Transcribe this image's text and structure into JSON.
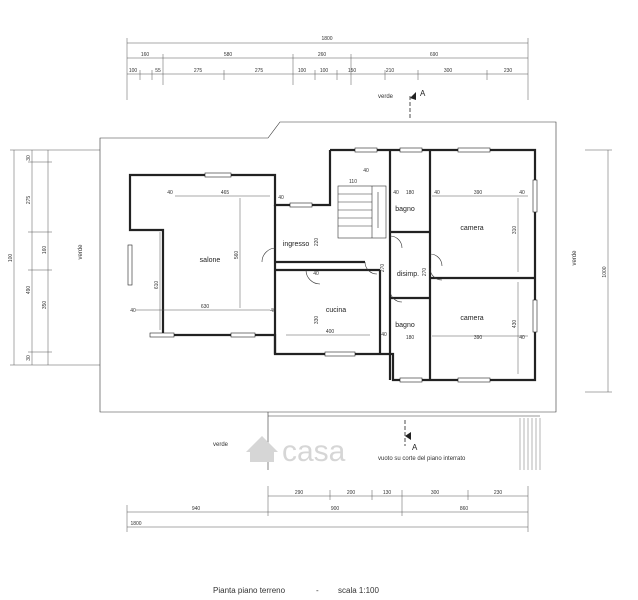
{
  "top_dims": {
    "total": "1800",
    "row2": [
      "160",
      "580",
      "260",
      "690"
    ],
    "row3": [
      "100",
      "55",
      "275",
      "275",
      "100",
      "100",
      "150",
      "210",
      "300",
      "230"
    ]
  },
  "bottom_dims": {
    "row1": [
      "290",
      "200",
      "130",
      "300",
      "230"
    ],
    "row2": [
      "940",
      "900",
      "860"
    ],
    "total": "1800"
  },
  "left_dims": [
    "30",
    "275",
    "160",
    "490",
    "350",
    "30",
    "100"
  ],
  "right_dims": {
    "total": "1000"
  },
  "verde_labels": [
    "verde",
    "verde",
    "verde",
    "verde"
  ],
  "section_marker": "A",
  "rooms": {
    "salone": "salone",
    "ingresso": "ingresso",
    "cucina": "cucina",
    "disimp": "disimp.",
    "bagno_top": "bagno",
    "bagno_bottom": "bagno",
    "camera_top": "camera",
    "camera_bottom": "camera"
  },
  "interior_dims": {
    "salone_top": "465",
    "salone_bottom": "630",
    "salone_h": "610",
    "salone_h2": "560",
    "salone_l1": "40",
    "salone_l2": "40",
    "salone_r1": "40",
    "salone_r2": "40",
    "ingresso_h": "220",
    "cucina_h": "330",
    "cucina_w": "400",
    "cucina_r": "40",
    "cucina_tr": "40",
    "stair_w": "110",
    "stair_h": "270",
    "stair_top": "40",
    "bagno_w1": "180",
    "bagno_w2": "180",
    "bagno_h1": "40",
    "camera_top_w": "390",
    "camera_top_h": "310",
    "camera_bottom_w": "390",
    "camera_bottom_h": "430",
    "camera_r1": "40",
    "camera_r2": "40",
    "camera_l": "40",
    "disimp_h": "270"
  },
  "courtyard_note": "vuoto su corte del piano interrato",
  "watermark": "casa",
  "caption": {
    "title": "Pianta piano terreno",
    "separator": "-",
    "scale": "scala 1:100"
  }
}
